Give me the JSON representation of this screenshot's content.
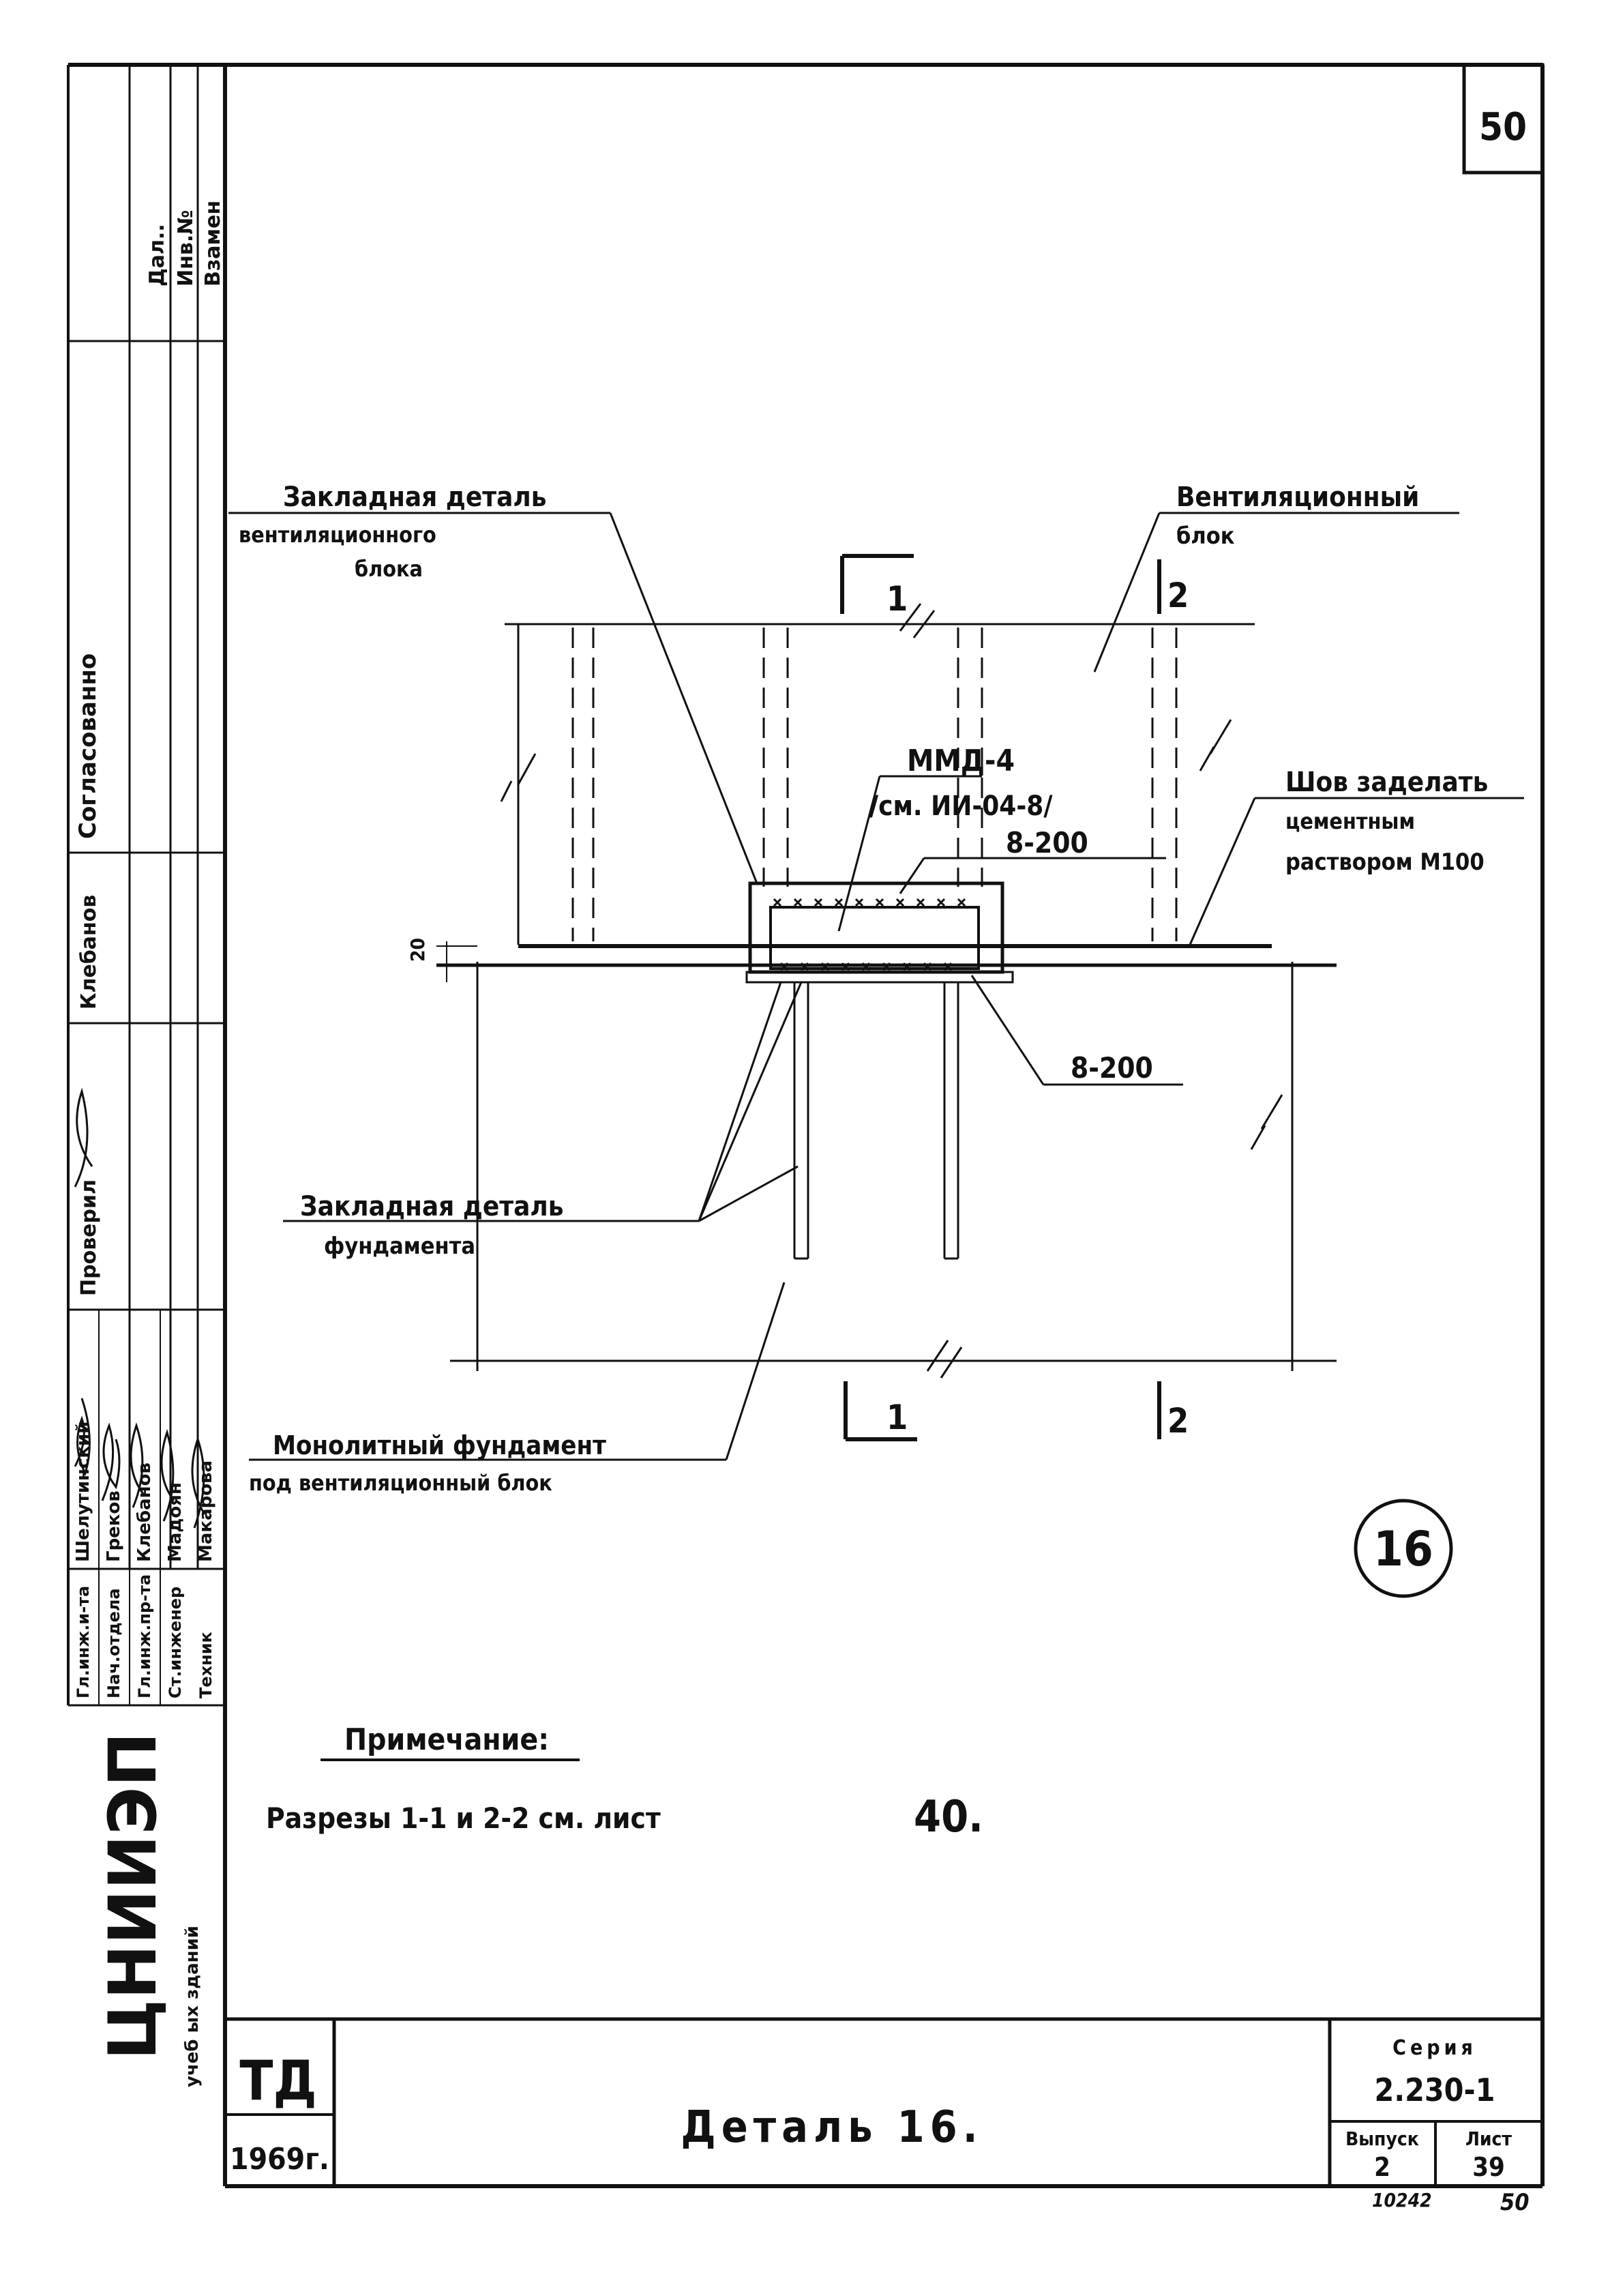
{
  "sheet_number_top": "50",
  "side_stamp": {
    "top_cells": [
      "Взамен",
      "Инв.№",
      "Дал.."
    ],
    "approval_label": "Согласованно",
    "approval_name": "Клебанов",
    "check_label": "Проверил",
    "staff_roles": [
      "Гл.инж.и-та",
      "Нач.отдела",
      "Гл.инж.пр-та",
      "Ст.инженер",
      "Техник"
    ],
    "staff_names": [
      "Шелутинский",
      "Греков",
      "Клебанов",
      "Мадоян",
      "Макарова"
    ],
    "institute": "ЦНИИЭП",
    "institute_sub": "учеб ых зданий"
  },
  "labels": {
    "embedded_vent": [
      "Закладная деталь",
      "вентиляционного",
      "блока"
    ],
    "vent_block": [
      "Вентиляционный",
      "блок"
    ],
    "mark_top": "ММД-4",
    "mark_ref": "/см. ИИ-04-8/",
    "weld_top": "8-200",
    "seam": [
      "Шов заделать",
      "цементным",
      "раствором М100"
    ],
    "dim_20": "20",
    "weld_bottom": "8-200",
    "embedded_found": [
      "Закладная деталь",
      "фундамента"
    ],
    "monolith": [
      "Монолитный фундамент",
      "под вентиляционный блок"
    ],
    "section_1": "1",
    "section_2": "2",
    "detail_number": "16"
  },
  "note": {
    "title": "Примечание:",
    "text_prefix": "Разрезы 1-1 и 2-2 см. лист",
    "text_sheet": "40."
  },
  "title_block": {
    "td": "ТД",
    "year": "1969г.",
    "title": "Деталь 16.",
    "series_label": "Серия",
    "series_value": "2.230-1",
    "issue_label": "Выпуск",
    "issue_value": "2",
    "sheet_label": "Лист",
    "sheet_value": "39",
    "sheet_old": "50",
    "stamp_number": "10242"
  }
}
